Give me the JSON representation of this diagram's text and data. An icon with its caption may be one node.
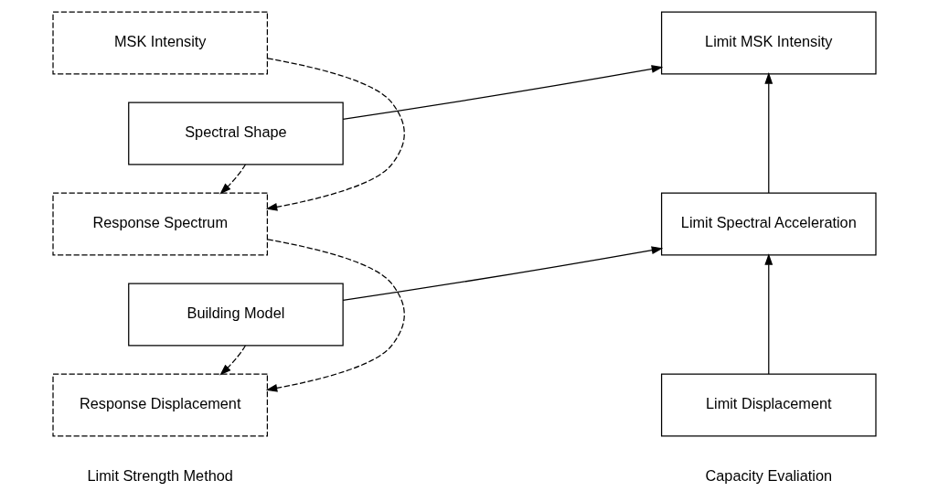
{
  "diagram": {
    "nodes": [
      {
        "text": [
          "MSK Intensity"
        ]
      },
      {
        "text": [
          "Limit MSK Intensity"
        ]
      },
      {
        "text": [
          "Spectral Shape"
        ]
      },
      {
        "text": [
          "Response Spectrum"
        ]
      },
      {
        "text": [
          "Limit Spectral Acceleration"
        ]
      },
      {
        "text": [
          "Building Model"
        ]
      },
      {
        "text": [
          "Response Displacement"
        ]
      },
      {
        "text": [
          "Limit Displacement"
        ]
      }
    ],
    "edges": [
      {
        "from": 0,
        "to": 3,
        "arrow": "to",
        "style": "dashed"
      },
      {
        "from": 2,
        "to": 3,
        "arrow": "to",
        "style": "dashed"
      },
      {
        "from": 2,
        "to": 1,
        "arrow": "to"
      },
      {
        "from": 4,
        "to": 1,
        "arrow": "to"
      },
      {
        "from": 3,
        "to": 6,
        "arrow": "to",
        "style": "dashed"
      },
      {
        "from": 5,
        "to": 6,
        "arrow": "to",
        "style": "dashed"
      },
      {
        "from": 5,
        "to": 4,
        "arrow": "to"
      },
      {
        "from": 7,
        "to": 4,
        "arrow": "to"
      }
    ],
    "labels": [
      "Limit Strength Method",
      "Capacity Evaliation"
    ]
  }
}
